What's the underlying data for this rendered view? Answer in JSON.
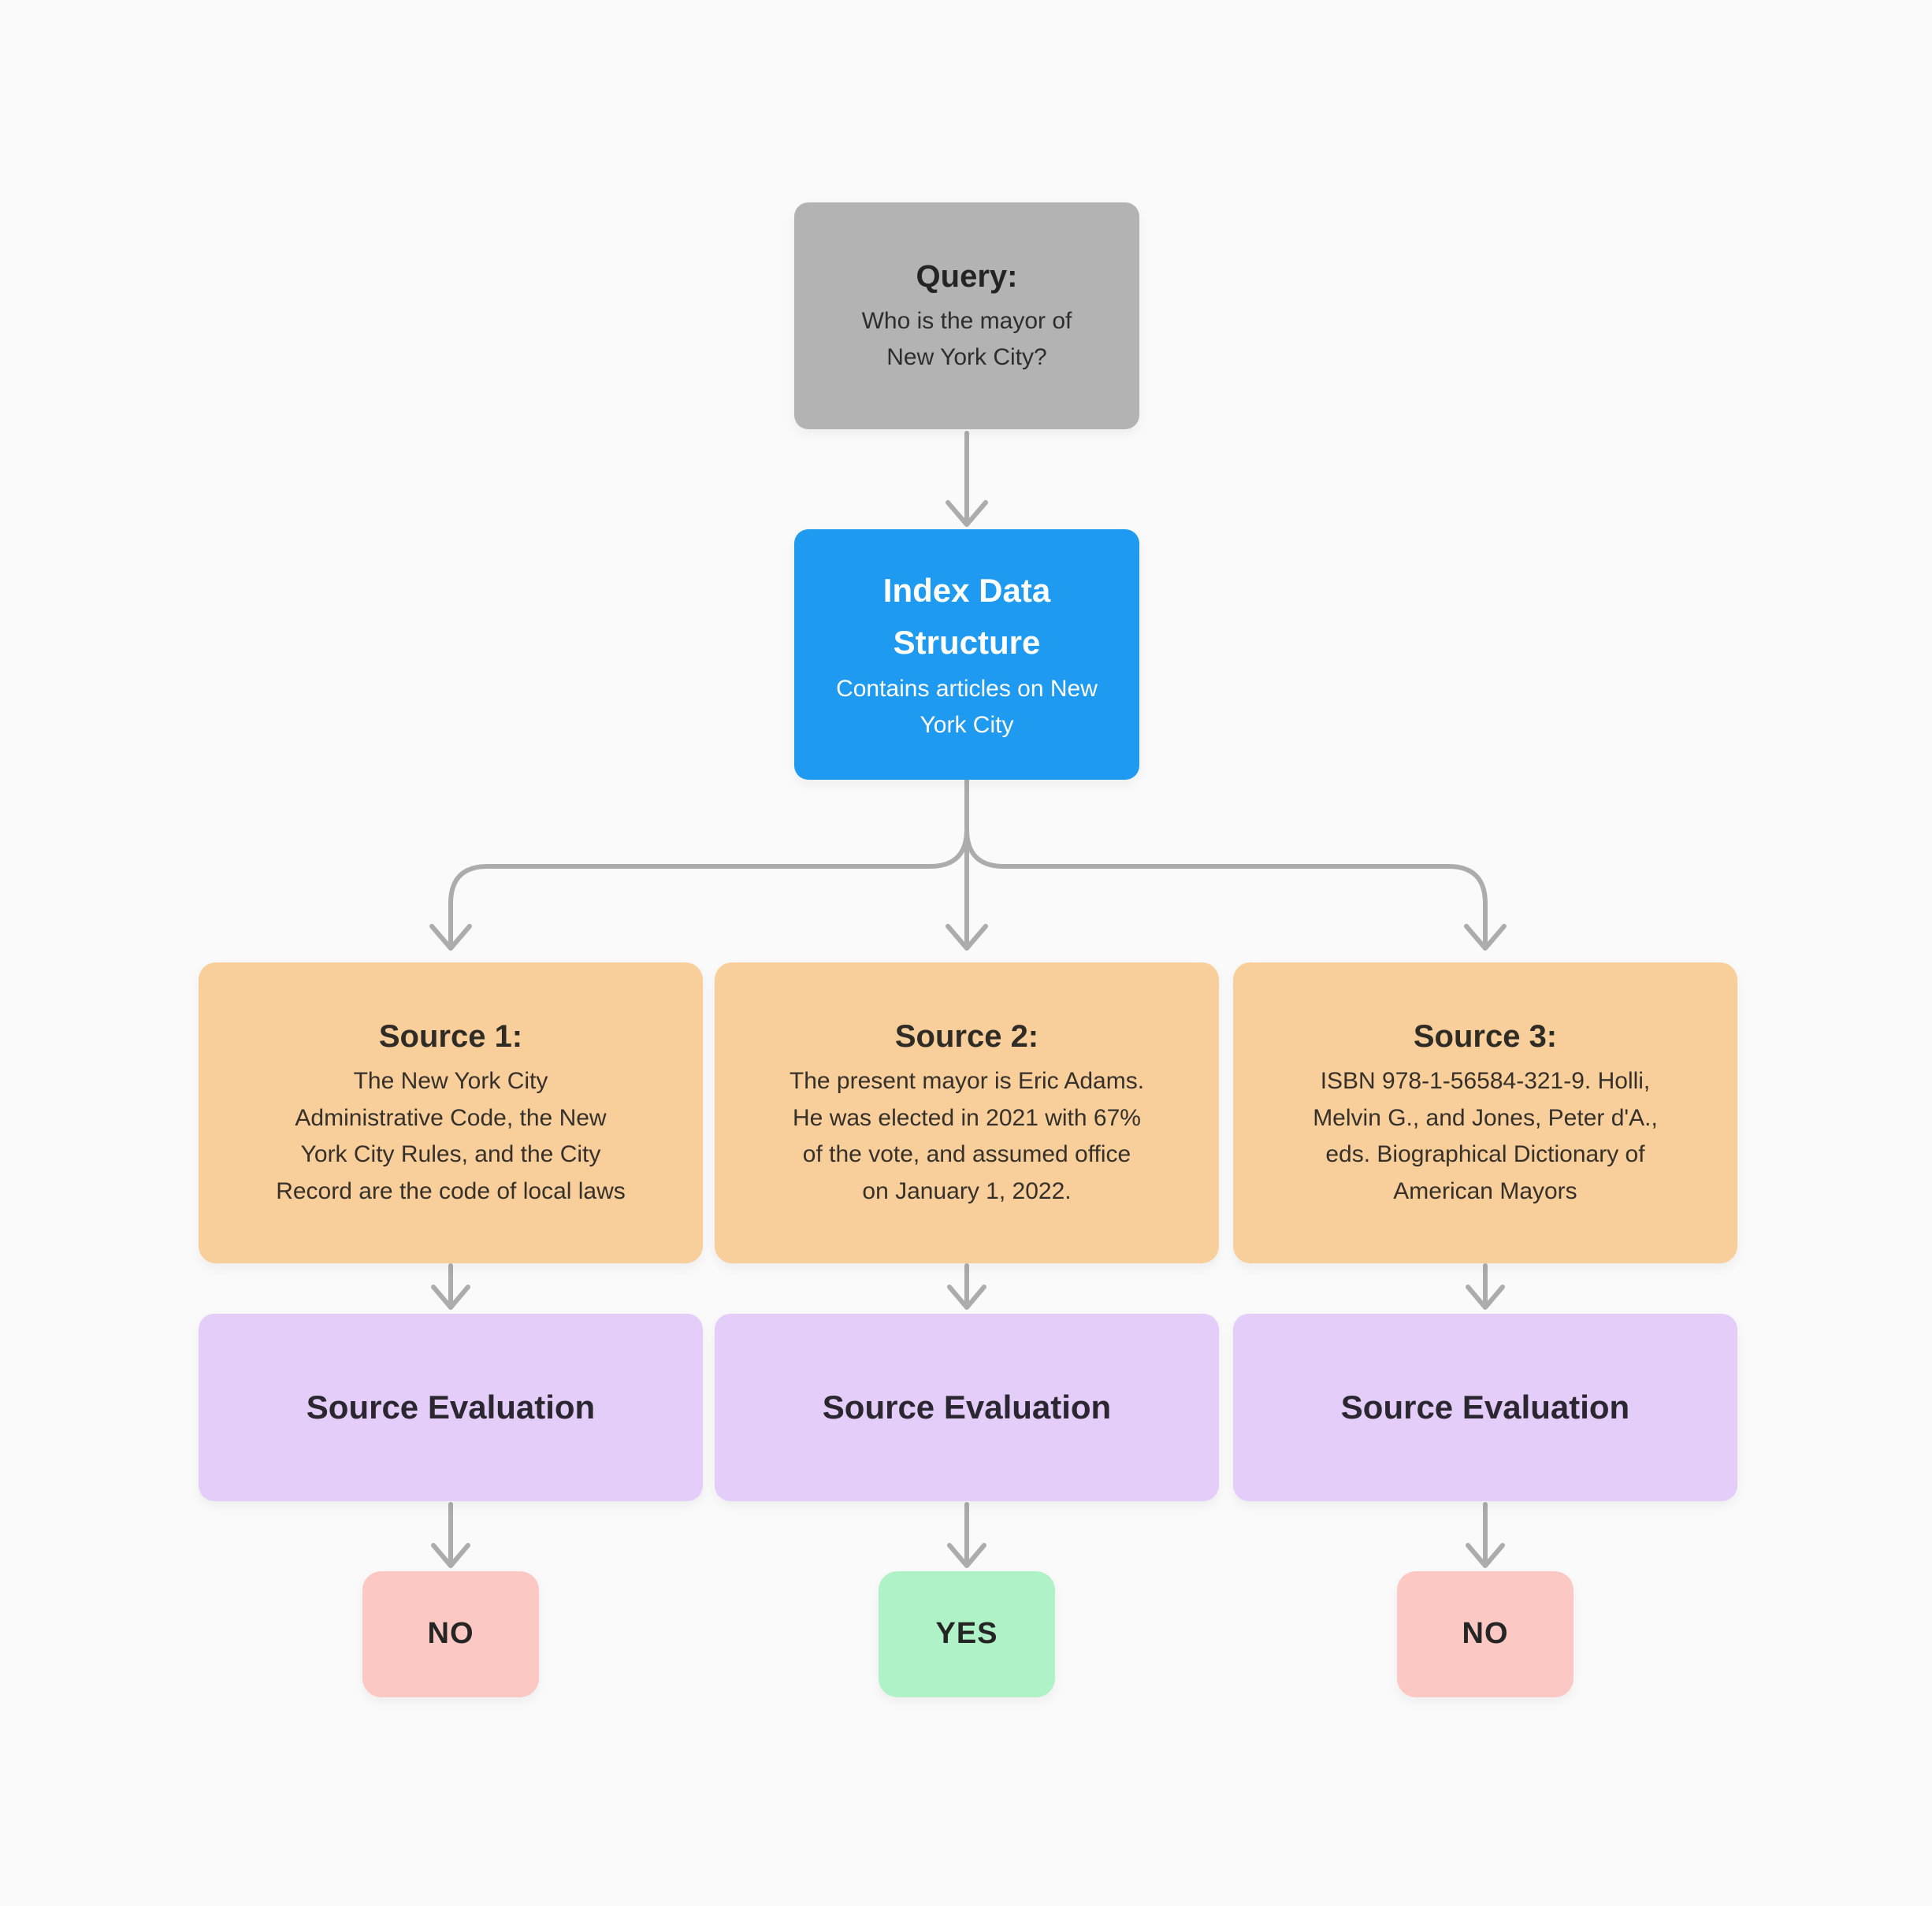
{
  "diagram": {
    "query": {
      "title": "Query:",
      "body": [
        "Who is the mayor of",
        "New York City?"
      ]
    },
    "index": {
      "title": [
        "Index Data",
        "Structure"
      ],
      "body": [
        "Contains articles on New",
        "York City"
      ]
    },
    "columns": [
      {
        "source_title": "Source 1:",
        "source_body": [
          "The New York City",
          "Administrative Code, the New",
          "York City Rules, and the City",
          "Record are the code of local laws"
        ],
        "evaluation_label": "Source Evaluation",
        "result_label": "NO",
        "result_color": "#fcc8c4"
      },
      {
        "source_title": "Source 2:",
        "source_body": [
          "The present mayor is Eric Adams.",
          "He was elected in 2021 with 67%",
          "of the vote, and assumed office",
          "on January 1, 2022."
        ],
        "evaluation_label": "Source Evaluation",
        "result_label": "YES",
        "result_color": "#b0f2c7"
      },
      {
        "source_title": "Source 3:",
        "source_body": [
          "ISBN 978-1-56584-321-9. Holli,",
          "Melvin G., and Jones, Peter d'A.,",
          "eds. Biographical Dictionary of",
          "American Mayors"
        ],
        "evaluation_label": "Source Evaluation",
        "result_label": "NO",
        "result_color": "#fcc8c4"
      }
    ],
    "colors": {
      "query_box": "#b3b3b3",
      "index_box": "#1e9af0",
      "source_box": "#f8ce9a",
      "evaluation_box": "#e4cef9",
      "result_no": "#fcc8c4",
      "result_yes": "#b0f2c7",
      "arrow": "#acacac"
    }
  }
}
